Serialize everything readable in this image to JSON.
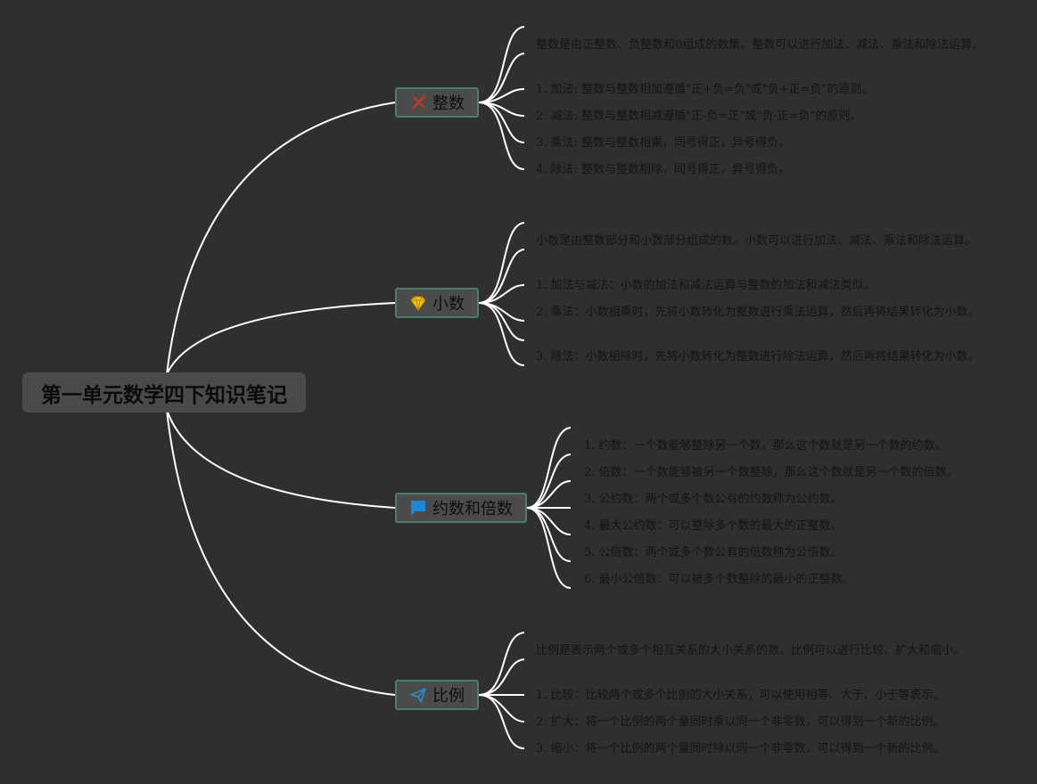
{
  "root": {
    "title": "第一单元数学四下知识笔记"
  },
  "branches": [
    {
      "label": "整数",
      "icon": "tools-icon",
      "items": [
        "整数是由正整数、负整数和0组成的数集。整数可以进行加法、减法、乘法和除法运算。",
        "1. 加法: 整数与整数相加遵循\"正+负=负\"或\"负+正=负\"的原则。",
        "2. 减法: 整数与整数相减遵循\"正-负=正\"或\"负-正=负\"的原则。",
        "3. 乘法: 整数与整数相乘，同号得正，异号得负。",
        "4. 除法: 整数与整数相除，同号得正，异号得负。"
      ]
    },
    {
      "label": "小数",
      "icon": "diamond-icon",
      "items": [
        "小数是由整数部分和小数部分组成的数。小数可以进行加法、减法、乘法和除法运算。",
        "1. 加法与减法：小数的加法和减法运算与整数的加法和减法类似。",
        "2. 乘法：小数相乘时，先将小数转化为整数进行乘法运算，然后再将结果转化为小数。",
        "3. 除法：小数相除时，先将小数转化为整数进行除法运算，然后再将结果转化为小数。"
      ]
    },
    {
      "label": "约数和倍数",
      "icon": "flag-icon",
      "items": [
        "1. 约数：一个数能够整除另一个数，那么这个数就是另一个数的约数。",
        "2. 倍数：一个数能够被另一个数整除，那么这个数就是另一个数的倍数。",
        "3. 公约数：两个或多个数公有的约数称为公约数。",
        "4. 最大公约数：可以整除多个数的最大的正整数。",
        "5. 公倍数：两个或多个数公有的倍数称为公倍数。",
        "6. 最小公倍数：可以被多个数整除的最小的正整数。"
      ]
    },
    {
      "label": "比例",
      "icon": "paper-plane-icon",
      "items": [
        "比例是表示两个或多个相互关系的大小关系的数。比例可以进行比较、扩大和缩小。",
        "1. 比较：比较两个或多个比例的大小关系，可以使用相等、大于、小于等表示。",
        "2. 扩大：将一个比例的两个量同时乘以同一个非零数，可以得到一个新的比例。",
        "3. 缩小：将一个比例的两个量同时除以同一个非零数，可以得到一个新的比例。"
      ]
    }
  ],
  "colors": {
    "background": "#2f2f2f",
    "line": "#ffffff",
    "branch_border": "#4e7c72",
    "tools_icon": "#c0392b",
    "diamond_icon": "#f1c40f",
    "flag_icon": "#1e88d6",
    "plane_icon": "#2e86c1"
  }
}
